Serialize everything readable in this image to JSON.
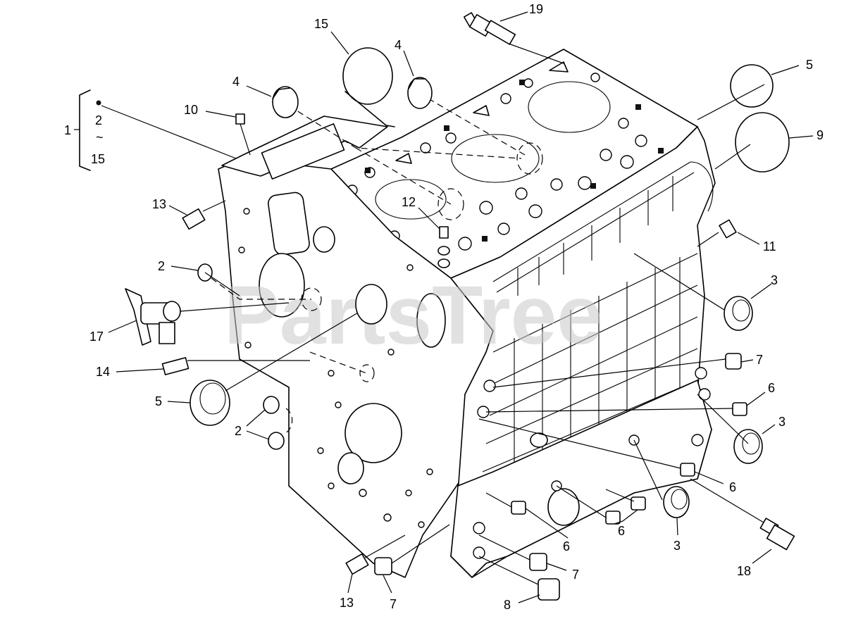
{
  "watermark": "PartsTree",
  "callouts": {
    "c1": "1",
    "c1_from": "2",
    "c1_tilde": "~",
    "c1_to": "15",
    "c2a": "2",
    "c2b": "2",
    "c3a": "3",
    "c3b": "3",
    "c3c": "3",
    "c4a": "4",
    "c4b": "4",
    "c5a": "5",
    "c5b": "5",
    "c6a": "6",
    "c6b": "6",
    "c6c": "6",
    "c6d": "6",
    "c7a": "7",
    "c7b": "7",
    "c7c": "7",
    "c8": "8",
    "c9": "9",
    "c10": "10",
    "c11": "11",
    "c12": "12",
    "c13a": "13",
    "c13b": "13",
    "c14": "14",
    "c15": "15",
    "c17": "17",
    "c18": "18",
    "c19": "19"
  }
}
